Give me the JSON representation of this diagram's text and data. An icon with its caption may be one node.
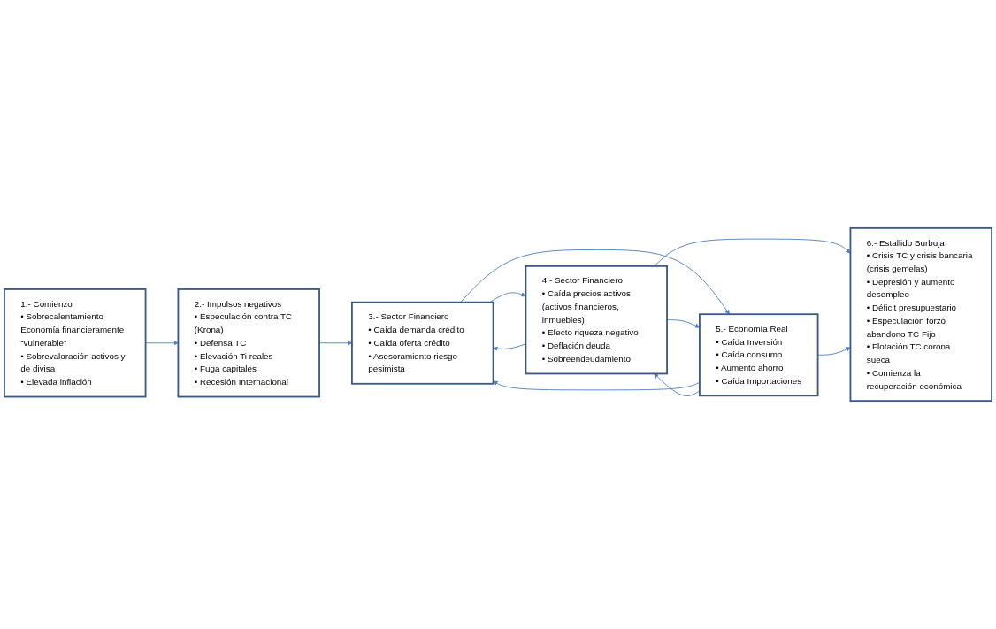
{
  "diagram": {
    "nodes": [
      {
        "text": [
          "1.- Comienzo",
          "• Sobrecalentamiento Economía financieramente “vulnerable”",
          "• Sobrevaloración activos y de divisa",
          "• Elevada inflación"
        ]
      },
      {
        "text": [
          "2.- Impulsos negativos",
          "• Especulación contra TC (Krona)",
          "• Defensa TC",
          "• Elevación Ti reales",
          "• Fuga capitales",
          "• Recesión Internacional"
        ]
      },
      {
        "text": [
          "3.- Sector Financiero",
          "• Caída demanda crédito",
          "• Caída oferta crédito",
          "• Asesoramiento riesgo pesimista"
        ]
      },
      {
        "text": [
          "4.- Sector Financiero",
          "• Caída precios activos (activos financieros, inmuebles)",
          "• Efecto riqueza negativo",
          "• Deflación deuda",
          "• Sobreendeudamiento"
        ]
      },
      {
        "text": [
          "5.- Economía Real",
          "• Caída Inversión",
          "• Caída consumo",
          "• Aumento ahorro",
          "• Caída Importaciones"
        ]
      },
      {
        "text": [
          "6.- Estallido Burbuja",
          "• Crisis TC y crisis bancaria (crisis gemelas)",
          "• Depresión y aumento desempleo",
          "• Déficit presupuestario",
          "• Especulación forzó abandono TC Fijo",
          "• Flotación TC corona sueca",
          "• Comienza la recuperación económica"
        ]
      }
    ],
    "edges": [
      {
        "from": 0,
        "to": 1,
        "arrow": "to"
      },
      {
        "from": 1,
        "to": 2,
        "arrow": "to"
      },
      {
        "from": 2,
        "to": 3,
        "arrow": "to"
      },
      {
        "from": 3,
        "to": 2,
        "arrow": "to"
      },
      {
        "from": 2,
        "to": 4,
        "arrow": "to"
      },
      {
        "from": 4,
        "to": 2,
        "arrow": "to"
      },
      {
        "from": 3,
        "to": 4,
        "arrow": "to"
      },
      {
        "from": 4,
        "to": 3,
        "arrow": "to"
      },
      {
        "from": 3,
        "to": 5,
        "arrow": "to"
      },
      {
        "from": 4,
        "to": 5,
        "arrow": "to"
      }
    ]
  }
}
